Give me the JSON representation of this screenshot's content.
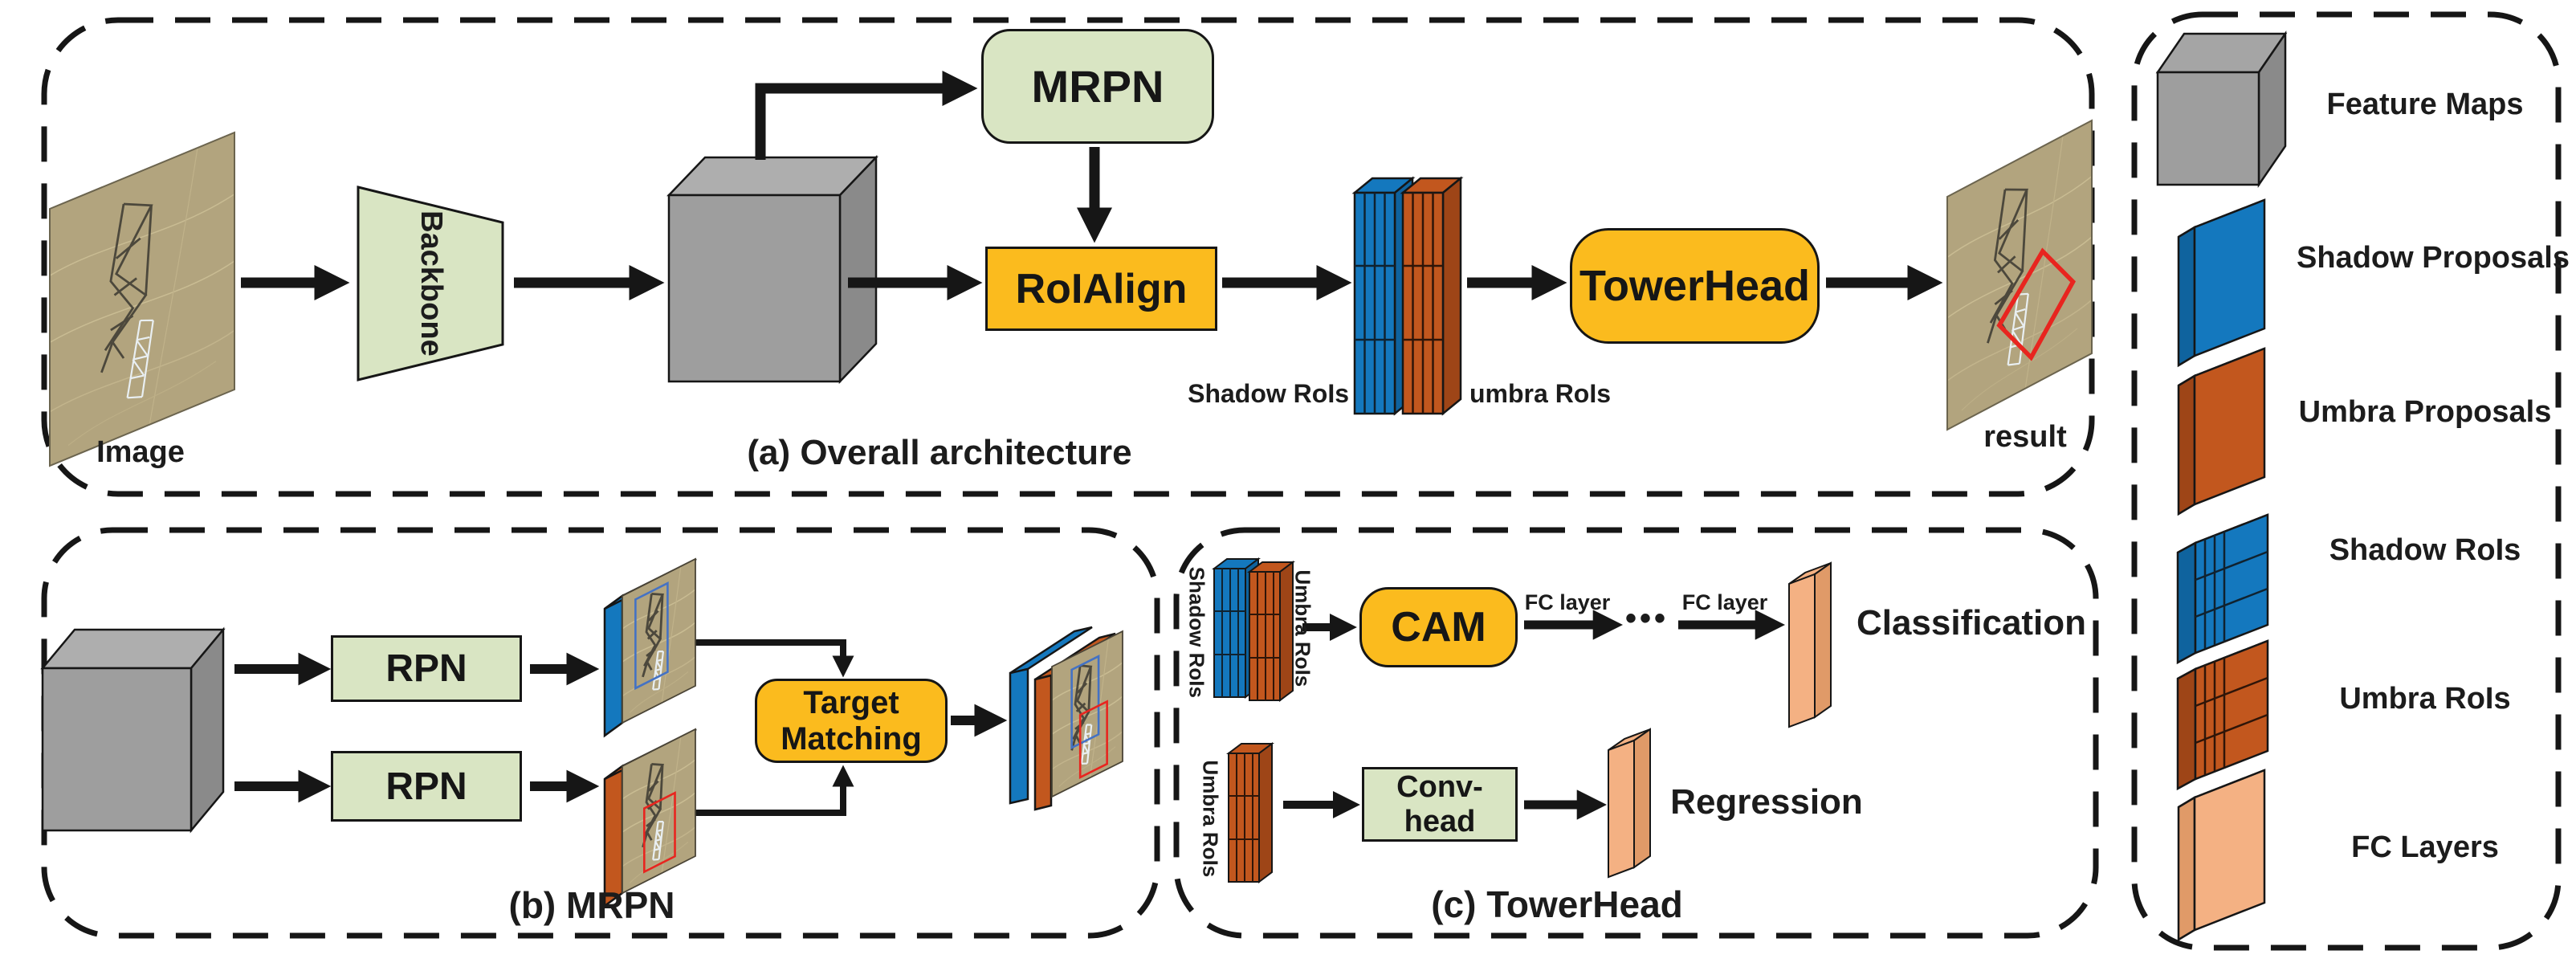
{
  "figure": {
    "panel_a": {
      "caption": "(a) Overall architecture",
      "image_label": "Image",
      "result_label": "result",
      "backbone": "Backbone",
      "mrpn": "MRPN",
      "roialign": "RoIAlign",
      "towerhead": "TowerHead",
      "shadow_rois": "Shadow RoIs",
      "umbra_rois": "umbra RoIs"
    },
    "panel_b": {
      "caption": "(b) MRPN",
      "rpn_top": "RPN",
      "rpn_bottom": "RPN",
      "target_matching": "Target Matching"
    },
    "panel_c": {
      "caption": "(c) TowerHead",
      "shadow_rois_vertical": "Shadow RoIs",
      "umbra_rois_vertical": "Umbra RoIs",
      "umbra_rois_bottom": "Umbra RoIs",
      "cam": "CAM",
      "conv_head": "Conv-head",
      "fc_layer_left": "FC layer",
      "fc_layer_right": "FC layer",
      "ellipsis": "•••",
      "classification": "Classification",
      "regression": "Regression"
    },
    "legend": {
      "items": [
        {
          "icon": "feature-maps-cube",
          "label": "Feature Maps"
        },
        {
          "icon": "shadow-proposals-slab",
          "label": "Shadow Proposals"
        },
        {
          "icon": "umbra-proposals-slab",
          "label": "Umbra Proposals"
        },
        {
          "icon": "shadow-rois-slab",
          "label": "Shadow RoIs"
        },
        {
          "icon": "umbra-rois-slab",
          "label": "Umbra RoIs"
        },
        {
          "icon": "fc-layers-slab",
          "label": "FC Layers"
        }
      ]
    },
    "colors": {
      "module_green": "#D9E5C3",
      "module_gold": "#FBBB1E",
      "shadow_blue": "#1478BE",
      "umbra_orange": "#C2571E",
      "fc_peach": "#F4B183",
      "feature_gray": "#9E9E9E",
      "annotation_red": "#E8251F",
      "outline": "#161616"
    }
  }
}
